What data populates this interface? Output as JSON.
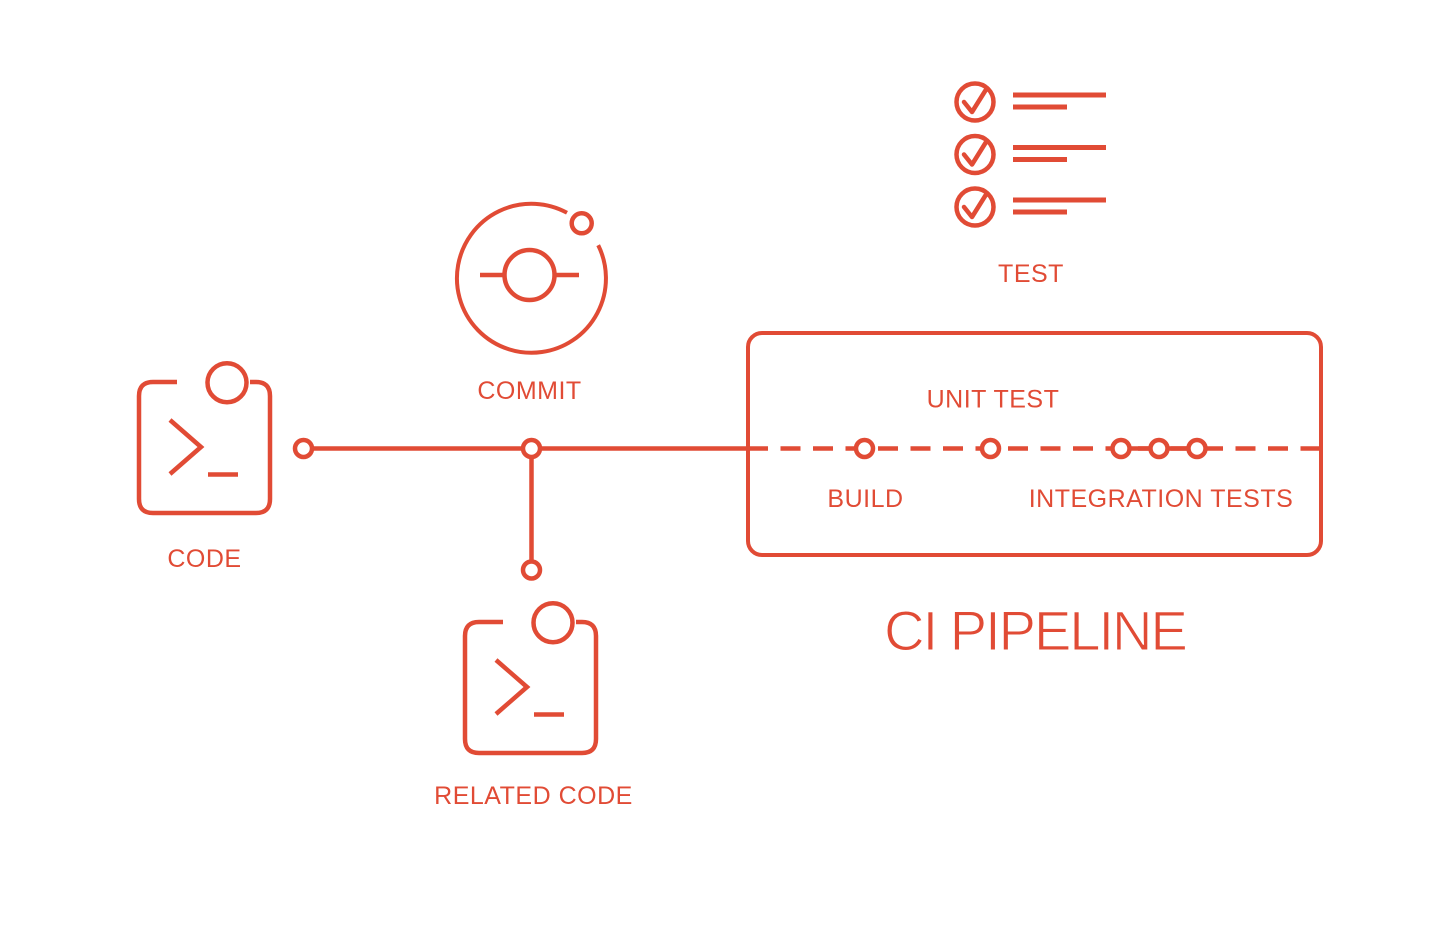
{
  "colors": {
    "accent": "#E14B35",
    "background": "#FFFFFF"
  },
  "diagram": {
    "nodes": {
      "code": {
        "label": "CODE",
        "icon": "terminal-window-icon"
      },
      "commit": {
        "label": "COMMIT",
        "icon": "git-commit-icon"
      },
      "related_code": {
        "label": "RELATED CODE",
        "icon": "terminal-window-icon"
      },
      "test": {
        "label": "TEST",
        "icon": "checklist-icon"
      }
    },
    "pipeline": {
      "title": "CI PIPELINE",
      "stages": {
        "build": {
          "label": "BUILD"
        },
        "unit_test": {
          "label": "UNIT TEST"
        },
        "integration_tests": {
          "label": "INTEGRATION TESTS"
        }
      }
    }
  }
}
